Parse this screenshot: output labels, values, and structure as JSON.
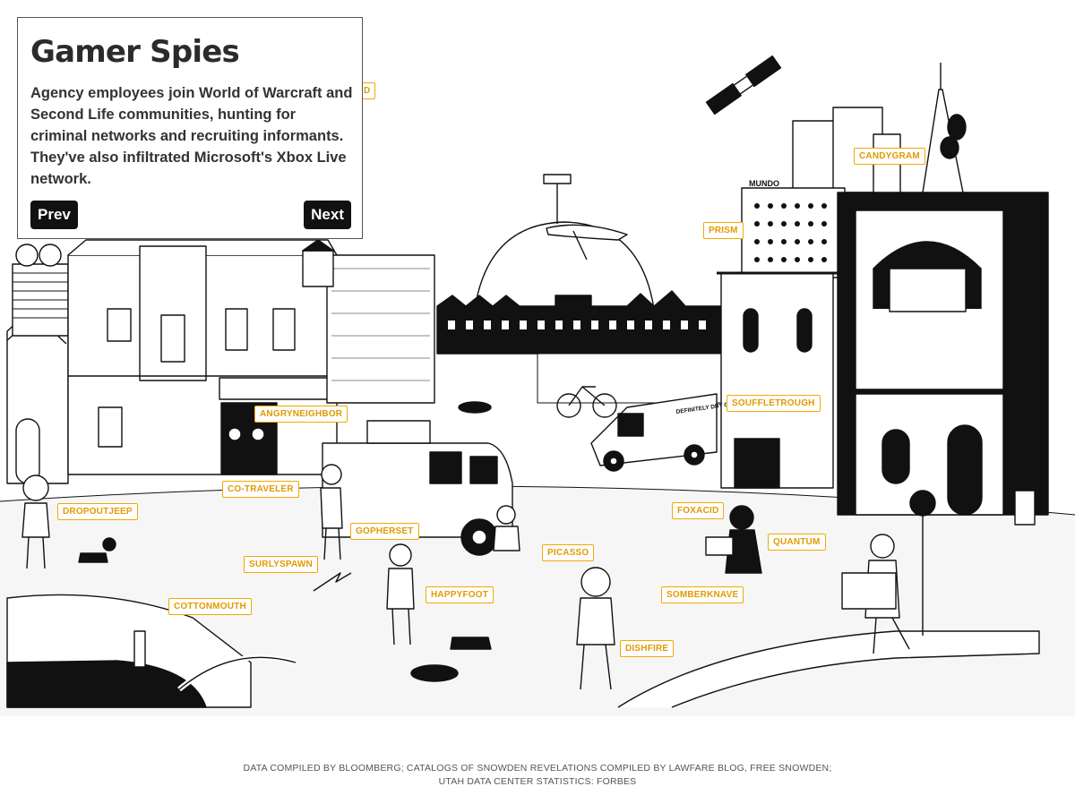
{
  "card": {
    "title": "Gamer Spies",
    "body": "Agency employees join World of Warcraft and Second Life communities, hunting for criminal networks and recruiting informants. They've also infiltrated Microsoft's Xbox Live network.",
    "prev_label": "Prev",
    "next_label": "Next"
  },
  "tags": [
    {
      "label": "D"
    },
    {
      "label": "CANDYGRAM"
    },
    {
      "label": "PRISM"
    },
    {
      "label": "ANGRYNEIGHBOR"
    },
    {
      "label": "SOUFFLETROUGH"
    },
    {
      "label": "CO-TRAVELER"
    },
    {
      "label": "DROPOUTJEEP"
    },
    {
      "label": "FOXACID"
    },
    {
      "label": "GOPHERSET"
    },
    {
      "label": "QUANTUM"
    },
    {
      "label": "SURLYSPAWN"
    },
    {
      "label": "PICASSO"
    },
    {
      "label": "HAPPYFOOT"
    },
    {
      "label": "SOMBERKNAVE"
    },
    {
      "label": "COTTONMOUTH"
    },
    {
      "label": "DISHFIRE"
    }
  ],
  "scene_text": {
    "van_sign": "DEFINITELY DRY CLEANING",
    "rooftop_sign": "MUNDO"
  },
  "credits": {
    "line1": "DATA COMPILED BY BLOOMBERG; CATALOGS OF SNOWDEN REVELATIONS COMPILED BY LAWFARE BLOG, FREE SNOWDEN;",
    "line2": "UTAH DATA CENTER STATISTICS: FORBES"
  },
  "colors": {
    "tag_border": "#f2a900",
    "tag_text": "#e29a00",
    "ink": "#111111"
  }
}
